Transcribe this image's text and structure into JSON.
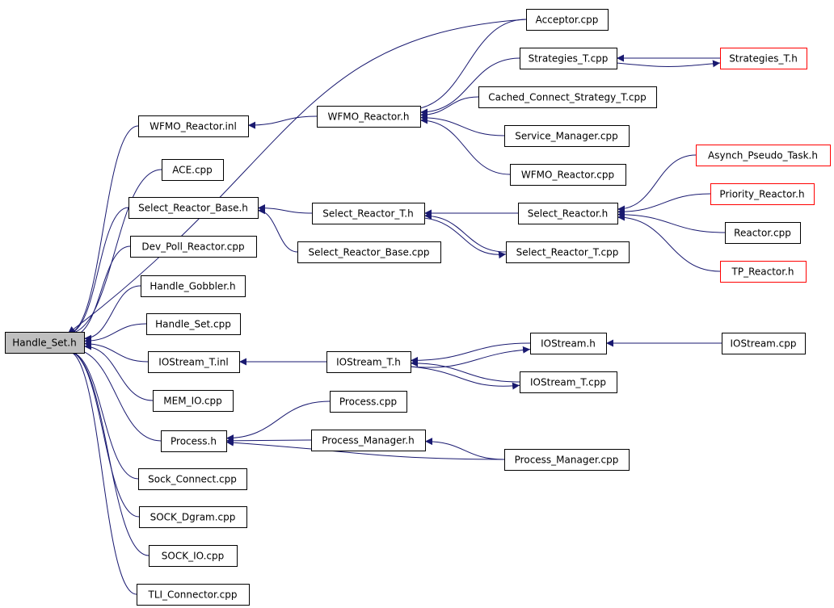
{
  "colors": {
    "edge": "#191970",
    "node_border": "#000000",
    "node_border_truncated": "#ff0000",
    "root_fill": "#bfbfbf",
    "node_fill": "#ffffff",
    "text": "#000000"
  },
  "nodes": {
    "handle_set_h": {
      "label": "Handle_Set.h",
      "root": true
    },
    "acceptor_cpp": {
      "label": "Acceptor.cpp"
    },
    "strategies_t_cpp": {
      "label": "Strategies_T.cpp"
    },
    "strategies_t_h": {
      "label": "Strategies_T.h",
      "truncated": true
    },
    "wfmo_reactor_inl": {
      "label": "WFMO_Reactor.inl"
    },
    "wfmo_reactor_h": {
      "label": "WFMO_Reactor.h"
    },
    "cached_connect_strategy_t_cpp": {
      "label": "Cached_Connect_Strategy_T.cpp"
    },
    "service_manager_cpp": {
      "label": "Service_Manager.cpp"
    },
    "wfmo_reactor_cpp": {
      "label": "WFMO_Reactor.cpp"
    },
    "ace_cpp": {
      "label": "ACE.cpp"
    },
    "asynch_pseudo_task_h": {
      "label": "Asynch_Pseudo_Task.h",
      "truncated": true
    },
    "select_reactor_base_h": {
      "label": "Select_Reactor_Base.h"
    },
    "select_reactor_t_h": {
      "label": "Select_Reactor_T.h"
    },
    "select_reactor_h": {
      "label": "Select_Reactor.h"
    },
    "priority_reactor_h": {
      "label": "Priority_Reactor.h",
      "truncated": true
    },
    "reactor_cpp": {
      "label": "Reactor.cpp"
    },
    "dev_poll_reactor_cpp": {
      "label": "Dev_Poll_Reactor.cpp"
    },
    "select_reactor_base_cpp": {
      "label": "Select_Reactor_Base.cpp"
    },
    "select_reactor_t_cpp": {
      "label": "Select_Reactor_T.cpp"
    },
    "tp_reactor_h": {
      "label": "TP_Reactor.h",
      "truncated": true
    },
    "handle_gobbler_h": {
      "label": "Handle_Gobbler.h"
    },
    "handle_set_cpp": {
      "label": "Handle_Set.cpp"
    },
    "iostream_h": {
      "label": "IOStream.h"
    },
    "iostream_cpp": {
      "label": "IOStream.cpp"
    },
    "iostream_t_inl": {
      "label": "IOStream_T.inl"
    },
    "iostream_t_h": {
      "label": "IOStream_T.h"
    },
    "iostream_t_cpp": {
      "label": "IOStream_T.cpp"
    },
    "mem_io_cpp": {
      "label": "MEM_IO.cpp"
    },
    "process_cpp": {
      "label": "Process.cpp"
    },
    "process_h": {
      "label": "Process.h"
    },
    "process_manager_h": {
      "label": "Process_Manager.h"
    },
    "process_manager_cpp": {
      "label": "Process_Manager.cpp"
    },
    "sock_connect_cpp": {
      "label": "Sock_Connect.cpp"
    },
    "sock_dgram_cpp": {
      "label": "SOCK_Dgram.cpp"
    },
    "sock_io_cpp": {
      "label": "SOCK_IO.cpp"
    },
    "tli_connector_cpp": {
      "label": "TLI_Connector.cpp"
    }
  },
  "edges": [
    {
      "from": "acceptor_cpp",
      "to": "handle_set_h"
    },
    {
      "from": "wfmo_reactor_inl",
      "to": "handle_set_h"
    },
    {
      "from": "ace_cpp",
      "to": "handle_set_h"
    },
    {
      "from": "select_reactor_base_h",
      "to": "handle_set_h"
    },
    {
      "from": "dev_poll_reactor_cpp",
      "to": "handle_set_h"
    },
    {
      "from": "handle_gobbler_h",
      "to": "handle_set_h"
    },
    {
      "from": "handle_set_cpp",
      "to": "handle_set_h"
    },
    {
      "from": "iostream_t_inl",
      "to": "handle_set_h"
    },
    {
      "from": "mem_io_cpp",
      "to": "handle_set_h"
    },
    {
      "from": "process_h",
      "to": "handle_set_h"
    },
    {
      "from": "sock_connect_cpp",
      "to": "handle_set_h"
    },
    {
      "from": "sock_dgram_cpp",
      "to": "handle_set_h"
    },
    {
      "from": "sock_io_cpp",
      "to": "handle_set_h"
    },
    {
      "from": "tli_connector_cpp",
      "to": "handle_set_h"
    },
    {
      "from": "wfmo_reactor_h",
      "to": "wfmo_reactor_inl"
    },
    {
      "from": "acceptor_cpp",
      "to": "wfmo_reactor_h"
    },
    {
      "from": "strategies_t_cpp",
      "to": "wfmo_reactor_h"
    },
    {
      "from": "cached_connect_strategy_t_cpp",
      "to": "wfmo_reactor_h"
    },
    {
      "from": "service_manager_cpp",
      "to": "wfmo_reactor_h"
    },
    {
      "from": "wfmo_reactor_cpp",
      "to": "wfmo_reactor_h"
    },
    {
      "from": "strategies_t_h",
      "to": "strategies_t_cpp"
    },
    {
      "from": "strategies_t_cpp",
      "to": "strategies_t_h"
    },
    {
      "from": "select_reactor_t_h",
      "to": "select_reactor_base_h"
    },
    {
      "from": "select_reactor_base_cpp",
      "to": "select_reactor_base_h"
    },
    {
      "from": "select_reactor_h",
      "to": "select_reactor_t_h"
    },
    {
      "from": "select_reactor_t_cpp",
      "to": "select_reactor_t_h"
    },
    {
      "from": "select_reactor_t_h",
      "to": "select_reactor_t_cpp"
    },
    {
      "from": "asynch_pseudo_task_h",
      "to": "select_reactor_h"
    },
    {
      "from": "priority_reactor_h",
      "to": "select_reactor_h"
    },
    {
      "from": "reactor_cpp",
      "to": "select_reactor_h"
    },
    {
      "from": "tp_reactor_h",
      "to": "select_reactor_h"
    },
    {
      "from": "iostream_t_h",
      "to": "iostream_t_inl"
    },
    {
      "from": "iostream_h",
      "to": "iostream_t_h"
    },
    {
      "from": "iostream_t_cpp",
      "to": "iostream_t_h"
    },
    {
      "from": "iostream_t_h",
      "to": "iostream_h"
    },
    {
      "from": "iostream_t_h",
      "to": "iostream_t_cpp"
    },
    {
      "from": "iostream_cpp",
      "to": "iostream_h"
    },
    {
      "from": "process_cpp",
      "to": "process_h"
    },
    {
      "from": "process_manager_h",
      "to": "process_h"
    },
    {
      "from": "process_manager_cpp",
      "to": "process_h"
    },
    {
      "from": "process_manager_cpp",
      "to": "process_manager_h"
    }
  ]
}
